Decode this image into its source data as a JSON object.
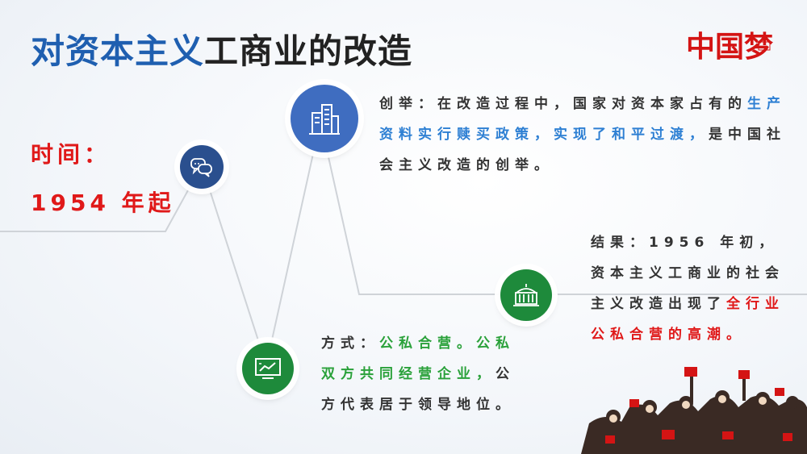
{
  "title": {
    "part1": "对资本主义",
    "part2": "工商业的改造"
  },
  "logo_text": "中国梦",
  "time": {
    "label": "时间：",
    "value": "1954 年起"
  },
  "innovation": {
    "prefix": "创举：在改造过程中，国家对资本家占有的",
    "highlight": "生产资料实行赎买政策，实现了和平过渡，",
    "suffix": "是中国社会主义改造的创举。"
  },
  "method": {
    "prefix": "方式：",
    "highlight": "公私合营。公私双方共同经营企业，",
    "suffix": "公方代表居于领导地位。"
  },
  "result": {
    "prefix": "结果：1956 年初，资本主义工商业的社会主义改造出现了",
    "highlight": "全行业公私合营的高潮。"
  },
  "icons": {
    "chat": "chat-bubbles-icon",
    "building": "buildings-icon",
    "chart": "chart-monitor-icon",
    "gov": "government-building-icon"
  },
  "colors": {
    "chat": "#2a4f8e",
    "building": "#3f6dc0",
    "chart": "#1e8a3b",
    "gov": "#1e8a3b",
    "red": "#e01919"
  }
}
